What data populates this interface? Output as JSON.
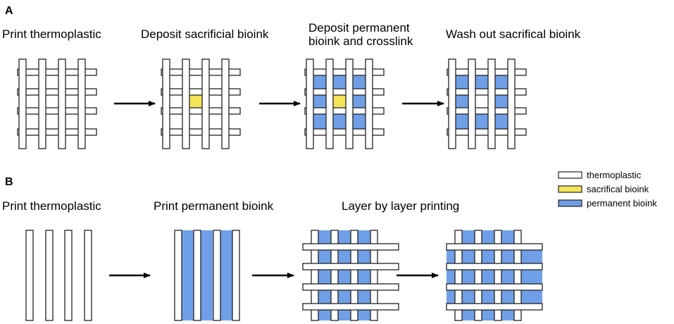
{
  "panel_a": {
    "label": "A",
    "steps": [
      "Print thermoplastic",
      "Deposit sacrificial bioink",
      "Deposit permanent",
      "bioink and crosslink",
      "Wash out sacrifical bioink"
    ]
  },
  "panel_b": {
    "label": "B",
    "steps": [
      "Print thermoplastic",
      "Print permanent bioink",
      "Layer by layer printing"
    ]
  },
  "legend": {
    "items": [
      {
        "label": "thermoplastic",
        "color": "#ffffff"
      },
      {
        "label": "sacrifical bioink",
        "color": "#f4e45a"
      },
      {
        "label": "permanent bioink",
        "color": "#6f9fe6"
      }
    ]
  },
  "colors": {
    "stroke": "#222222",
    "thermoplastic": "#ffffff",
    "sacrificial": "#f4e45a",
    "permanent": "#6f9fe6",
    "arrow": "#000000"
  }
}
